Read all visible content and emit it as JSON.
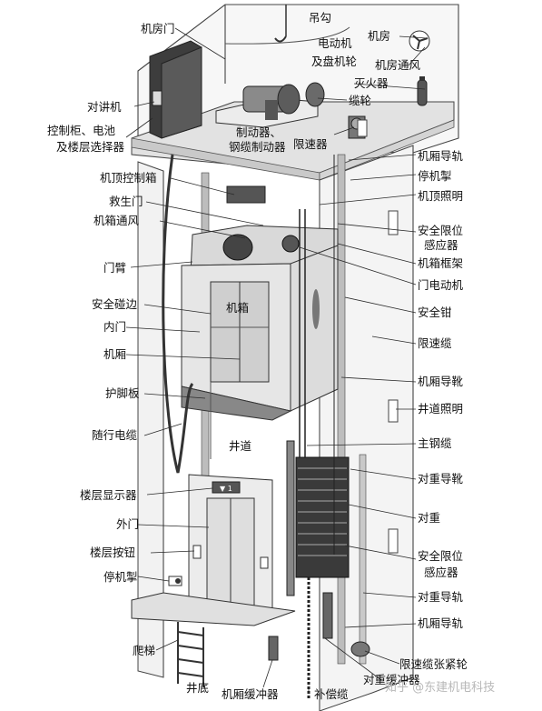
{
  "labels_left": [
    "机房门",
    "对讲机",
    "控制柜、电池",
    "及楼层选择器",
    "机顶控制箱",
    "救生门",
    "机箱通风",
    "门臂",
    "安全碰边",
    "内门",
    "机厢",
    "护脚板",
    "随行电缆",
    "楼层显示器",
    "外门",
    "楼层按钮",
    "停机掣",
    "爬梯"
  ],
  "labels_right": [
    "机房",
    "机房通风",
    "灭火器",
    "缆轮",
    "机厢导轨",
    "停机掣",
    "机顶照明",
    "安全限位",
    "感应器",
    "机箱框架",
    "门电动机",
    "安全钳",
    "限速缆",
    "机厢导靴",
    "井道照明",
    "主钢缆",
    "对重导靴",
    "对重",
    "安全限位",
    "感应器",
    "对重导轨",
    "机厢导轨",
    "限速缆张紧轮"
  ],
  "labels_inline": [
    "吊勾",
    "电动机",
    "及盘机轮",
    "制动器、",
    "钢缆制动器",
    "限速器",
    "机箱",
    "井道",
    "井底",
    "机厢缓冲器",
    "补偿缆",
    "对重缓冲器"
  ],
  "watermark": "知乎 @东建机电科技",
  "floor_display_text": "▼ 1"
}
